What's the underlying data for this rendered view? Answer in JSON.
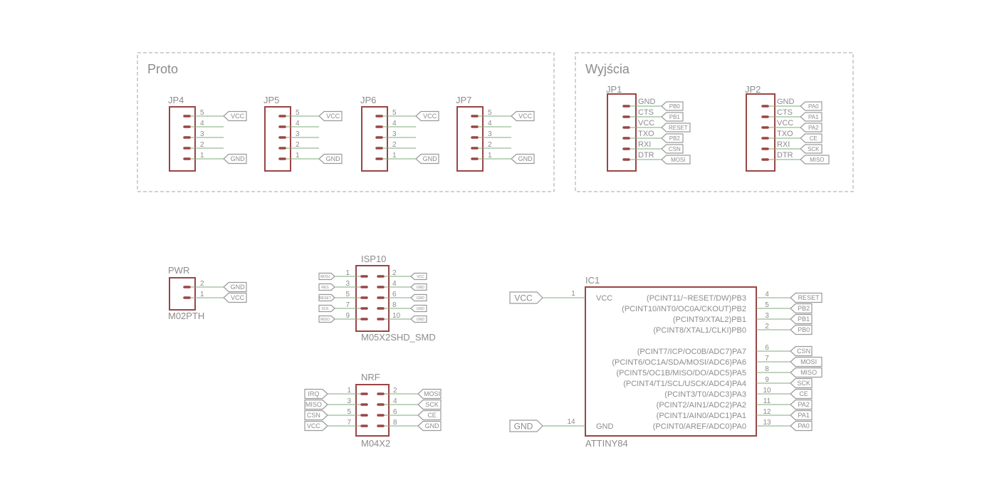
{
  "frames": [
    {
      "id": "proto",
      "title": "Proto"
    },
    {
      "id": "wyjscia",
      "title": "Wyjścia"
    }
  ],
  "proto_headers": [
    {
      "name": "JP4",
      "pins": [
        "5",
        "4",
        "3",
        "2",
        "1"
      ],
      "labels": [
        "VCC",
        "",
        "",
        "",
        "GND"
      ]
    },
    {
      "name": "JP5",
      "pins": [
        "5",
        "4",
        "3",
        "2",
        "1"
      ],
      "labels": [
        "VCC",
        "",
        "",
        "",
        "GND"
      ]
    },
    {
      "name": "JP6",
      "pins": [
        "5",
        "4",
        "3",
        "2",
        "1"
      ],
      "labels": [
        "VCC",
        "",
        "",
        "",
        "GND"
      ]
    },
    {
      "name": "JP7",
      "pins": [
        "5",
        "4",
        "3",
        "2",
        "1"
      ],
      "labels": [
        "VCC",
        "",
        "",
        "",
        "GND"
      ]
    }
  ],
  "output_headers": [
    {
      "name": "JP1",
      "pins": [
        "GND",
        "CTS",
        "VCC",
        "TXO",
        "RXI",
        "DTR"
      ],
      "labels": [
        "PB0",
        "PB1",
        "RESET",
        "PB2",
        "CSN",
        "MOSI"
      ]
    },
    {
      "name": "JP2",
      "pins": [
        "GND",
        "CTS",
        "VCC",
        "TXO",
        "RXI",
        "DTR"
      ],
      "labels": [
        "PA0",
        "PA1",
        "PA2",
        "CE",
        "SCK",
        "MISO"
      ]
    }
  ],
  "pwr": {
    "name": "PWR",
    "value": "M02PTH",
    "pins": [
      "2",
      "1"
    ],
    "labels": [
      "GND",
      "VCC"
    ]
  },
  "isp": {
    "name": "ISP10",
    "value": "M05X2SHD_SMD",
    "left_pins": [
      "1",
      "3",
      "5",
      "7",
      "9"
    ],
    "left_labels": [
      "MOSI",
      "RES",
      "RESET",
      "SCK",
      "MISO"
    ],
    "right_pins": [
      "2",
      "4",
      "6",
      "8",
      "10"
    ],
    "right_labels": [
      "VCC",
      "GND",
      "GND",
      "GND",
      "GND"
    ]
  },
  "nrf": {
    "name": "NRF",
    "value": "M04X2",
    "left_pins": [
      "1",
      "3",
      "5",
      "7"
    ],
    "left_labels": [
      "IRQ",
      "MISO",
      "CSN",
      "VCC"
    ],
    "right_pins": [
      "2",
      "4",
      "6",
      "8"
    ],
    "right_labels": [
      "MOSI",
      "SCK",
      "CE",
      "GND"
    ]
  },
  "ic": {
    "name": "IC1",
    "value": "ATTINY84",
    "vcc_label": "VCC",
    "vcc_pin": "1",
    "vcc_pin_name": "VCC",
    "gnd_label": "GND",
    "gnd_pin": "14",
    "gnd_pin_name": "GND",
    "right_pins": [
      {
        "fn": "(PCINT11/~RESET/DW)PB3",
        "num": "4",
        "net": "RESET"
      },
      {
        "fn": "(PCINT10/INT0/OC0A/CKOUT)PB2",
        "num": "5",
        "net": "PB2"
      },
      {
        "fn": "(PCINT9/XTAL2)PB1",
        "num": "3",
        "net": "PB1"
      },
      {
        "fn": "(PCINT8/XTAL1/CLKI)PB0",
        "num": "2",
        "net": "PB0"
      },
      {
        "fn": "(PCINT7/ICP/OC0B/ADC7)PA7",
        "num": "6",
        "net": "CSN"
      },
      {
        "fn": "(PCINT6/OC1A/SDA/MOSI/ADC6)PA6",
        "num": "7",
        "net": "MOSI"
      },
      {
        "fn": "(PCINT5/OC1B/MISO/DO/ADC5)PA5",
        "num": "8",
        "net": "MISO"
      },
      {
        "fn": "(PCINT4/T1/SCL/USCK/ADC4)PA4",
        "num": "9",
        "net": "SCK"
      },
      {
        "fn": "(PCINT3/T0/ADC3)PA3",
        "num": "10",
        "net": "CE"
      },
      {
        "fn": "(PCINT2/AIN1/ADC2)PA2",
        "num": "11",
        "net": "PA2"
      },
      {
        "fn": "(PCINT1/AIN0/ADC1)PA1",
        "num": "12",
        "net": "PA1"
      },
      {
        "fn": "(PCINT0/AREF/ADC0)PA0",
        "num": "13",
        "net": "PA0"
      }
    ]
  }
}
